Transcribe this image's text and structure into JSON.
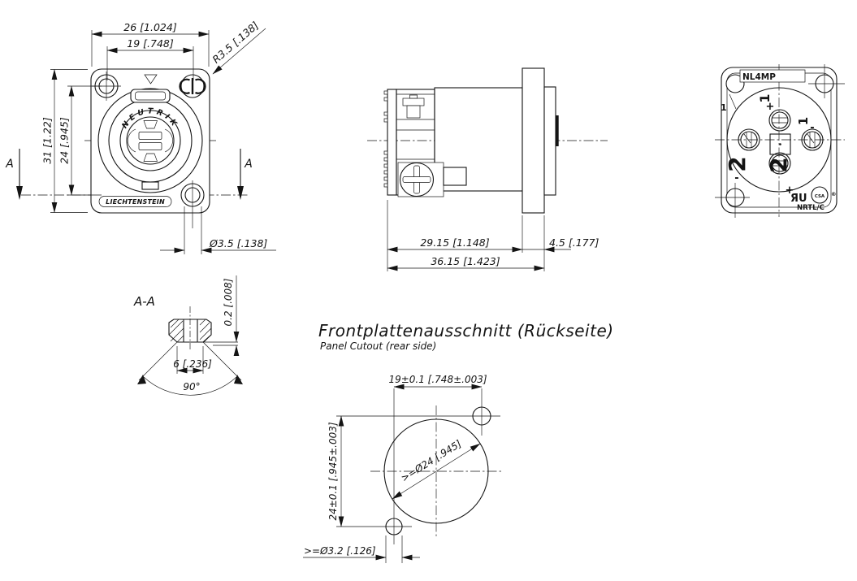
{
  "colors": {
    "line": "#141414",
    "background": "#ffffff"
  },
  "front_view": {
    "section_marker": "A",
    "brand_arc": "NEUTRIK",
    "origin_plate": "LIECHTENSTEIN",
    "dims": {
      "width_outer": "26 [1.024]",
      "width_holes": "19 [.748]",
      "corner_radius": "R3.5 [.138]",
      "height_outer": "31 [1.22]",
      "height_holes": "24 [.945]",
      "mount_hole_dia": "Ø3.5 [.138]"
    }
  },
  "side_view": {
    "dims": {
      "body_depth": "29.15 [1.148]",
      "flange_thickness": "4.5 [.177]",
      "total_depth": "36.15 [1.423]"
    }
  },
  "rear_view": {
    "model": "NL4MP",
    "pin1_marker": "1",
    "terminal_labels": {
      "top_num": "1",
      "top_sign": "+",
      "right_num": "1",
      "right_sign": "-",
      "left_num": "2",
      "left_sign": "-",
      "bottom_num": "2",
      "bottom_sign": "+"
    },
    "cert": {
      "ul": "ЯU",
      "csa": "CSA",
      "registered": "®",
      "nrtl": "NRTL/C"
    }
  },
  "section_view": {
    "label": "A-A",
    "dims": {
      "edge_offset": "0.2 [.008]",
      "hole_width": "6 [.236]",
      "chamfer_angle": "90°"
    }
  },
  "cutout_view": {
    "title_de": "Frontplattenausschnitt (Rückseite)",
    "title_en": "Panel Cutout (rear side)",
    "dims": {
      "hole_spacing_h": "19±0.1 [.748±.003]",
      "hole_spacing_v": "24±0.1 [.945±.003]",
      "main_dia": ">=Ø24 [.945]",
      "small_dia": ">=Ø3.2 [.126]"
    }
  }
}
